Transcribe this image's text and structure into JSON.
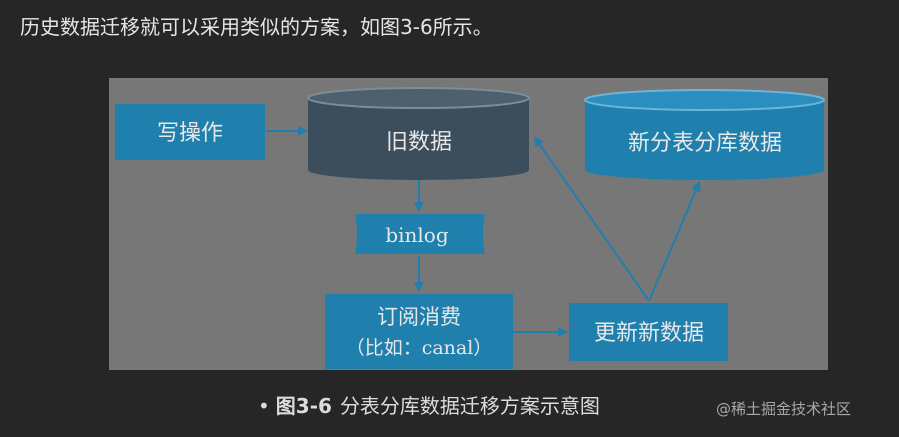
{
  "intro_text": "历史数据迁移就可以采用类似的方案，如图3-6所示。",
  "diagram": {
    "nodes": {
      "write_op": "写操作",
      "old_data": "旧数据",
      "new_shard_data": "新分表分库数据",
      "binlog": "binlog",
      "subscribe_line1": "订阅消费",
      "subscribe_line2": "（比如：canal）",
      "update_new_data": "更新新数据"
    },
    "colors": {
      "panel_background": "#777777",
      "box_blue": "#1f7fad",
      "cylinder_dark": "#3c4e5c",
      "arrow": "#1f7fad"
    }
  },
  "caption": {
    "bullet": "•",
    "figure_number": "图3-6",
    "title": "分表分库数据迁移方案示意图"
  },
  "watermark": "@稀土掘金技术社区"
}
